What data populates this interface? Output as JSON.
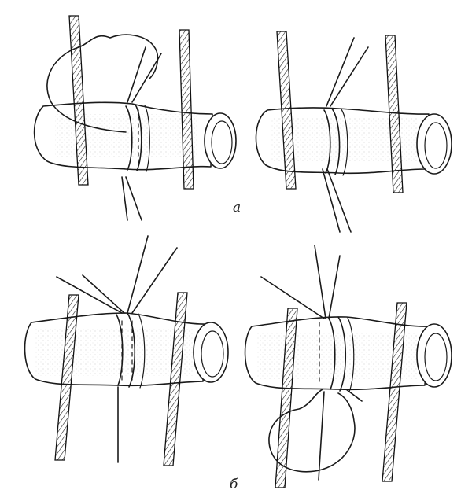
{
  "captions": {
    "top_pair": "а",
    "bottom_pair": "б"
  },
  "panels": [
    "panel-a-left",
    "panel-a-right",
    "panel-b-left",
    "panel-b-right"
  ]
}
